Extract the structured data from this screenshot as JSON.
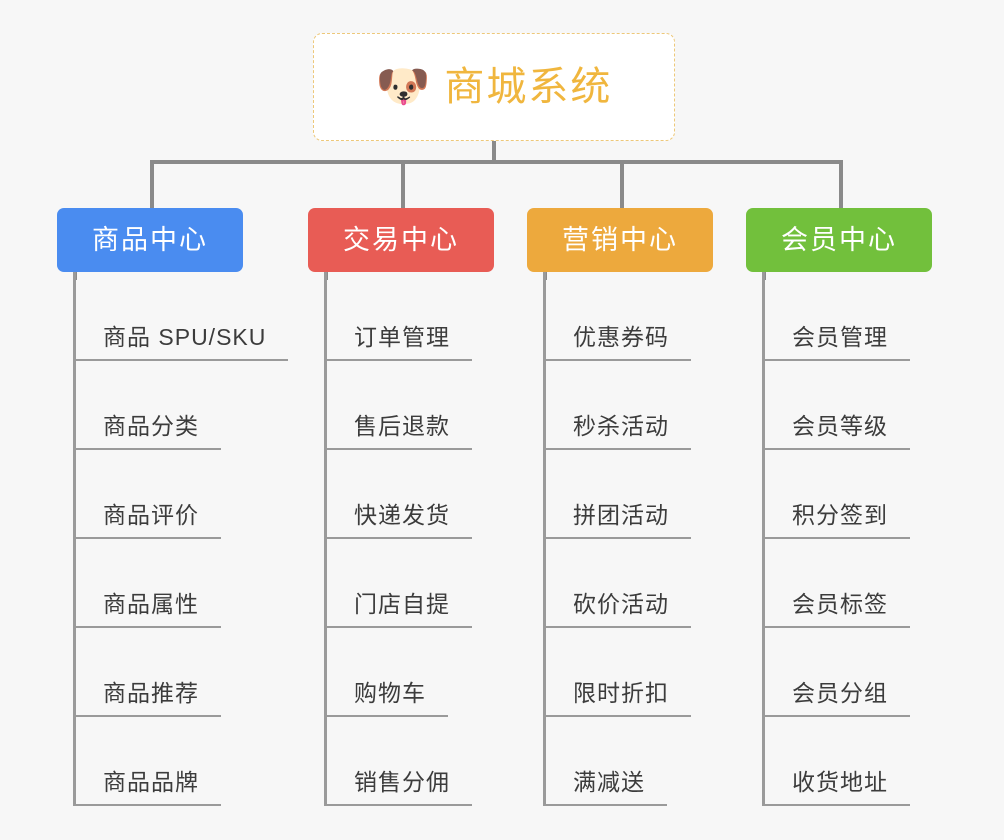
{
  "diagram": {
    "title": "商城系统",
    "root": {
      "icon": "shiba-dog-face-emoji",
      "icon_glyph": "🐶",
      "label": "商城系统",
      "text_color": "#f0b63e",
      "border_color": "#edc87a",
      "background": "#ffffff"
    },
    "background_color": "#f7f7f7",
    "connector_color": "#8a8a8a",
    "rail_color": "#9a9a9a",
    "leaf_text_color": "#3c3c3c",
    "branches": [
      {
        "label": "商品中心",
        "color": "#4a8cf0",
        "items": [
          "商品 SPU/SKU",
          "商品分类",
          "商品评价",
          "商品属性",
          "商品推荐",
          "商品品牌"
        ]
      },
      {
        "label": "交易中心",
        "color": "#e85c55",
        "items": [
          "订单管理",
          "售后退款",
          "快递发货",
          "门店自提",
          "购物车",
          "销售分佣"
        ]
      },
      {
        "label": "营销中心",
        "color": "#eda93d",
        "items": [
          "优惠券码",
          "秒杀活动",
          "拼团活动",
          "砍价活动",
          "限时折扣",
          "满减送"
        ]
      },
      {
        "label": "会员中心",
        "color": "#72c03c",
        "items": [
          "会员管理",
          "会员等级",
          "积分签到",
          "会员标签",
          "会员分组",
          "收货地址"
        ]
      }
    ]
  }
}
